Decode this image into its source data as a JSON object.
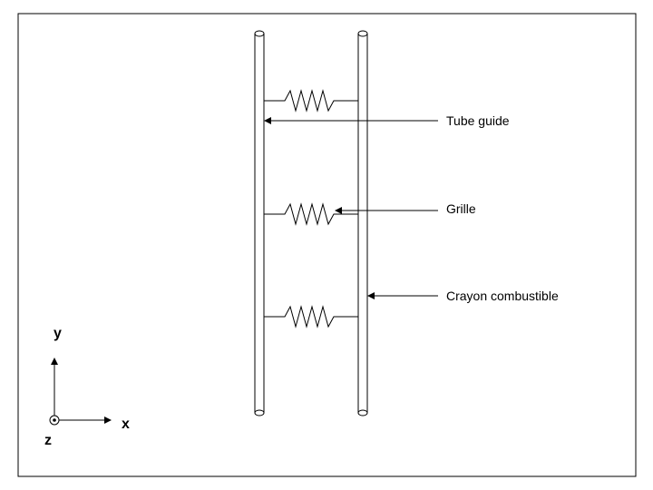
{
  "labels": {
    "guide_tube": "Tube guide",
    "grid": "Grille",
    "fuel_rod": "Crayon combustible"
  },
  "axes": {
    "y": "y",
    "x": "x",
    "z": "z"
  }
}
